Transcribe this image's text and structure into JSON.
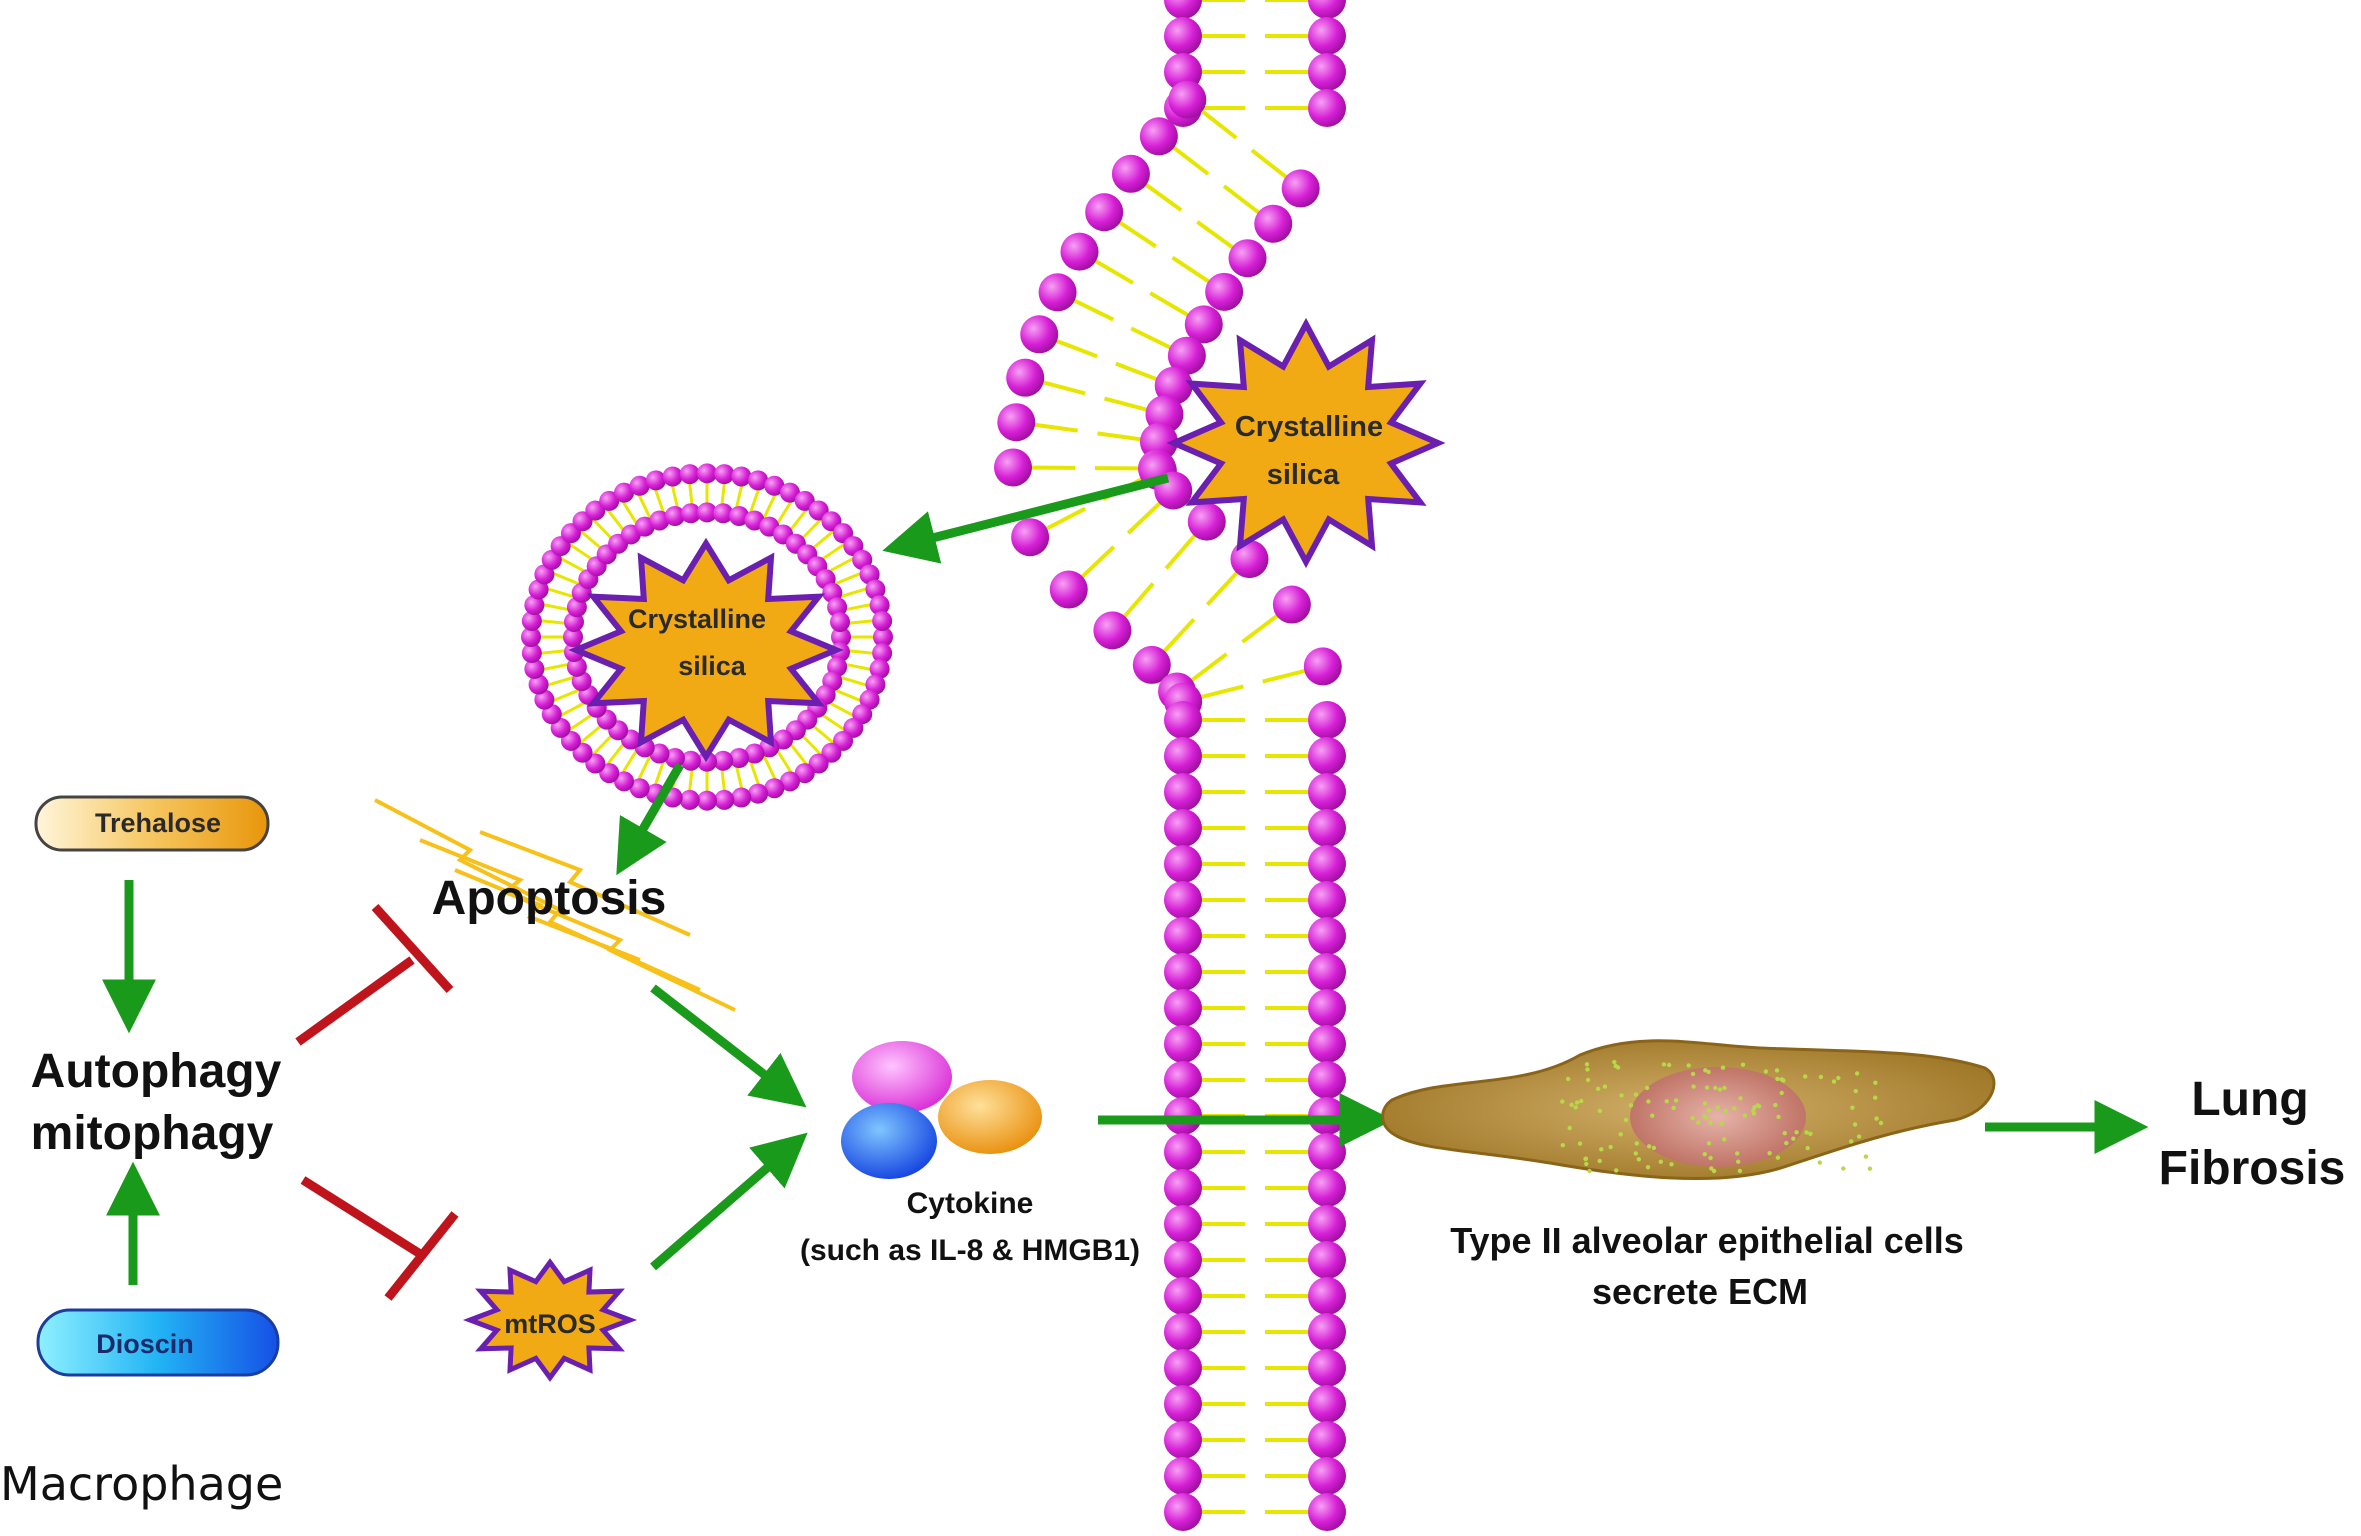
{
  "labels": {
    "trehalose": "Trehalose",
    "dioscin": "Dioscin",
    "autophagy_line1": "Autophagy",
    "autophagy_line2": "mitophagy",
    "macrophage": "Macrophage",
    "apoptosis": "Apoptosis",
    "mtros": "mtROS",
    "silica_line1": "Crystalline",
    "silica_line2": "silica",
    "vesicle_silica_line1": "Crystalline",
    "vesicle_silica_line2": "silica",
    "cytokine_line1": "Cytokine",
    "cytokine_line2": "(such as IL-8 & HMGB1)",
    "cell_line1": "Type II alveolar epithelial cells",
    "cell_line2": "secrete ECM",
    "fibrosis_line1": "Lung",
    "fibrosis_line2": "Fibrosis"
  },
  "colors": {
    "activation_arrow": "#1a9a1a",
    "inhibition": "#c0141c",
    "lipid_head": "#d61fd6",
    "lipid_tail": "#f2f200",
    "star_fill": "#f2aa14",
    "star_stroke": "#6a1fb0",
    "trehalose_pill": "#f3a51c",
    "dioscin_pill": "#16a6ee",
    "cytokine_pink": "#e84fe0",
    "cytokine_orange": "#f2a020",
    "cytokine_blue": "#1a6cf0",
    "cell_body": "#b8903a",
    "cell_nucleus": "#c97a6a",
    "apoptosis_flash": "#f7c11a"
  }
}
